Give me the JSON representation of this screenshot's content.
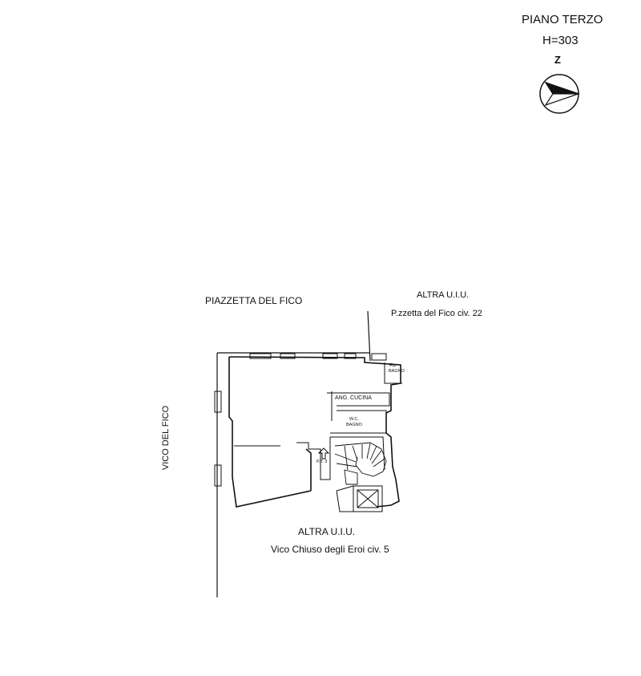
{
  "title": {
    "floor": "PIANO TERZO",
    "height": "H=303",
    "north_letter": "Z"
  },
  "streets": {
    "top": "PIAZZETTA DEL FICO",
    "left": "VICO DEL FICO"
  },
  "neighbours": {
    "top_label": "ALTRA U.I.U.",
    "top_address": "P.zzetta del Fico civ. 22",
    "bottom_label": "ALTRA U.I.U.",
    "bottom_address": "Vico Chiuso degli Eroi civ. 5"
  },
  "rooms": {
    "kitchen": "ANG. CUCINA",
    "bath_line1": "W.C.",
    "bath_line2": "BAGNO",
    "closet_line1": "Rip.",
    "closet_line2": "BAGNO",
    "stair_tag": "P.T. 3"
  },
  "icons": {
    "north_arrow": "compass-north-arrow-icon",
    "entrance_arrow": "entrance-arrow-icon"
  }
}
